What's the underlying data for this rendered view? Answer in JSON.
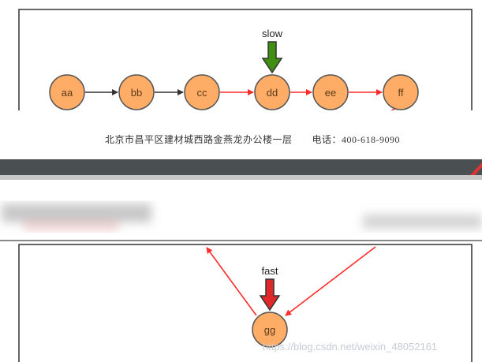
{
  "nodes": [
    {
      "id": "aa",
      "label": "aa"
    },
    {
      "id": "bb",
      "label": "bb"
    },
    {
      "id": "cc",
      "label": "cc"
    },
    {
      "id": "dd",
      "label": "dd"
    },
    {
      "id": "ee",
      "label": "ee"
    },
    {
      "id": "ff",
      "label": "ff"
    },
    {
      "id": "gg",
      "label": "gg"
    }
  ],
  "edges": [
    {
      "from": "aa",
      "to": "bb",
      "color": "#333333"
    },
    {
      "from": "bb",
      "to": "cc",
      "color": "#333333"
    },
    {
      "from": "cc",
      "to": "dd",
      "color": "#ff2a2a"
    },
    {
      "from": "dd",
      "to": "ee",
      "color": "#ff2a2a"
    },
    {
      "from": "ee",
      "to": "ff",
      "color": "#ff2a2a"
    },
    {
      "from": "ff",
      "to": "gg",
      "color": "#ff2a2a"
    },
    {
      "from": "gg",
      "to": "cc",
      "color": "#ff2a2a"
    }
  ],
  "pointers": [
    {
      "label": "slow",
      "target": "dd",
      "color": "#3f8f12"
    },
    {
      "label": "fast",
      "target": "gg",
      "color": "#e02828"
    }
  ],
  "colors": {
    "node_fill": "#ffad66",
    "node_stroke": "#555555",
    "frame": "#333333",
    "banner": "#4a4f52"
  },
  "overlay": {
    "address": "北京市昌平区建材城西路金燕龙办公楼一层　　电话：400-618-9090",
    "watermark": "https://blog.csdn.net/weixin_48052161"
  }
}
